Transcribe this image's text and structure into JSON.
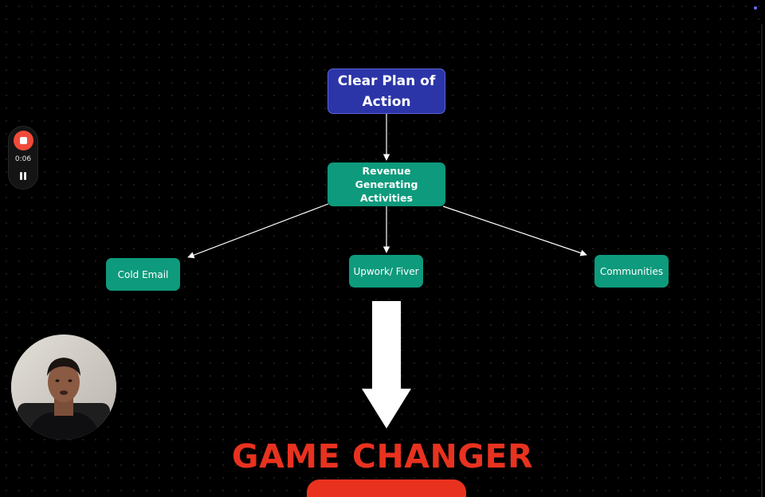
{
  "flowchart": {
    "root": {
      "label": "Clear Plan of Action",
      "color": "#2c35a8"
    },
    "middle": {
      "label": "Revenue Generating Activities",
      "color": "#0e9a7c"
    },
    "leaves": [
      {
        "label": "Cold Email"
      },
      {
        "label": "Upwork/ Fiver"
      },
      {
        "label": "Communities"
      }
    ],
    "connector_color": "#ffffff"
  },
  "headline": {
    "text": "GAME CHANGER",
    "color": "#e8321f"
  },
  "recorder": {
    "elapsed": "0:06",
    "stop_icon": "stop-icon",
    "pause_icon": "pause-icon",
    "stop_color": "#f04a3a"
  },
  "webcam": {
    "icon": "webcam-presenter"
  },
  "colors": {
    "background": "#000000",
    "accent": "#e8321f"
  }
}
